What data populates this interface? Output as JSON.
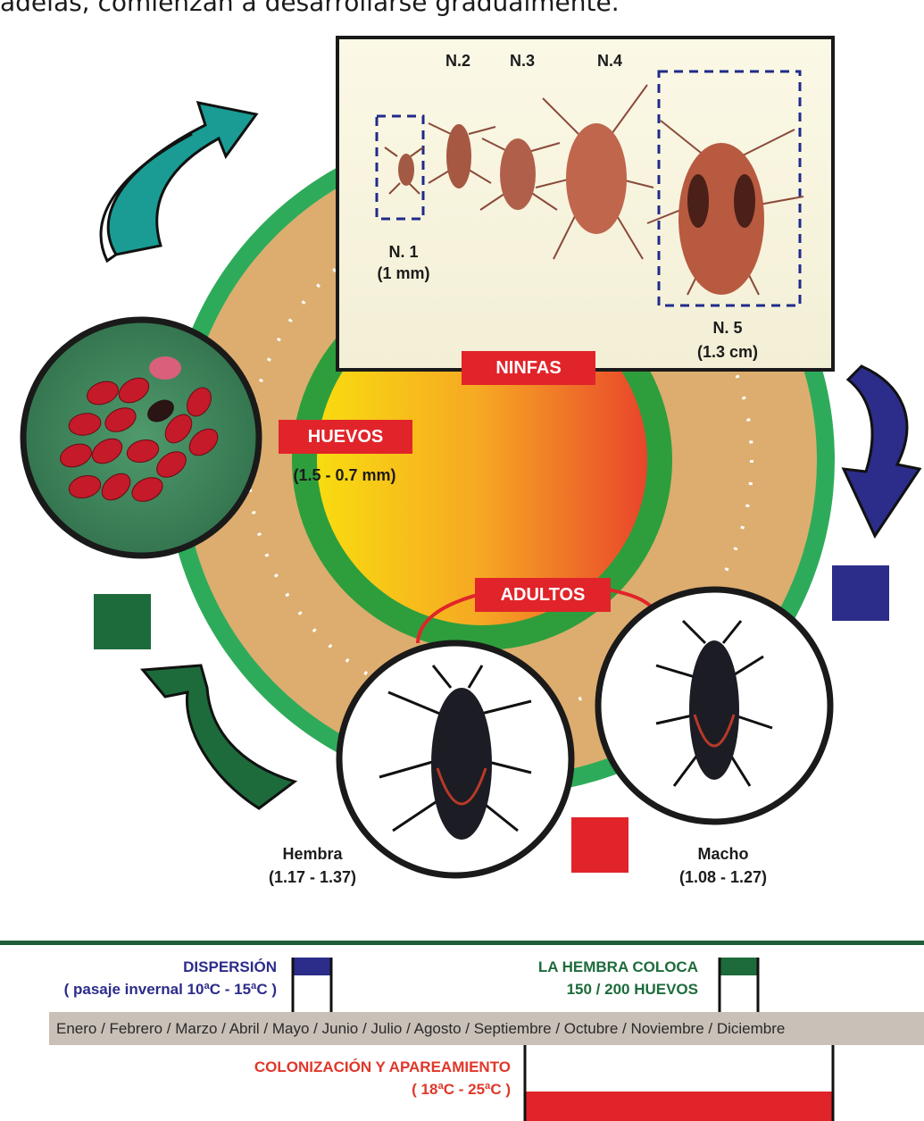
{
  "caption": "adelas, comienzan a desarrollarse gradualmente.",
  "stages": {
    "ninfas": "NINFAS",
    "huevos": "HUEVOS",
    "huevos_size": "(1.5 - 0.7 mm)",
    "adultos": "ADULTOS"
  },
  "nymphs": {
    "n2": "N.2",
    "n3": "N.3",
    "n4": "N.4",
    "n1": "N. 1",
    "n1_size": "(1 mm)",
    "n5": "N. 5",
    "n5_size": "(1.3 cm)"
  },
  "adults": {
    "female": "Hembra",
    "female_size": "(1.17 - 1.37)",
    "male": "Macho",
    "male_size": "(1.08 - 1.27)"
  },
  "timeline": {
    "dispersion_title": "DISPERSIÓN",
    "dispersion_sub": "( pasaje invernal 10ªC - 15ªC )",
    "female_lays_1": "LA HEMBRA COLOCA",
    "female_lays_2": "150 / 200 HUEVOS",
    "months": "Enero / Febrero / Marzo / Abril / Mayo / Junio / Julio / Agosto / Septiembre / Octubre / Noviembre / Diciembre",
    "colonization_title": "COLONIZACIÓN Y APAREAMIENTO",
    "colonization_sub": "( 18ªC - 25ªC )"
  },
  "colors": {
    "outer_ring": "#2eab5a",
    "tan_ring": "#dcad6e",
    "inner_ring": "#2e9e3c",
    "red_label": "#e1242a",
    "blue": "#2c2c8a",
    "dark_green": "#1d6b3b",
    "teal": "#1a9c94"
  }
}
